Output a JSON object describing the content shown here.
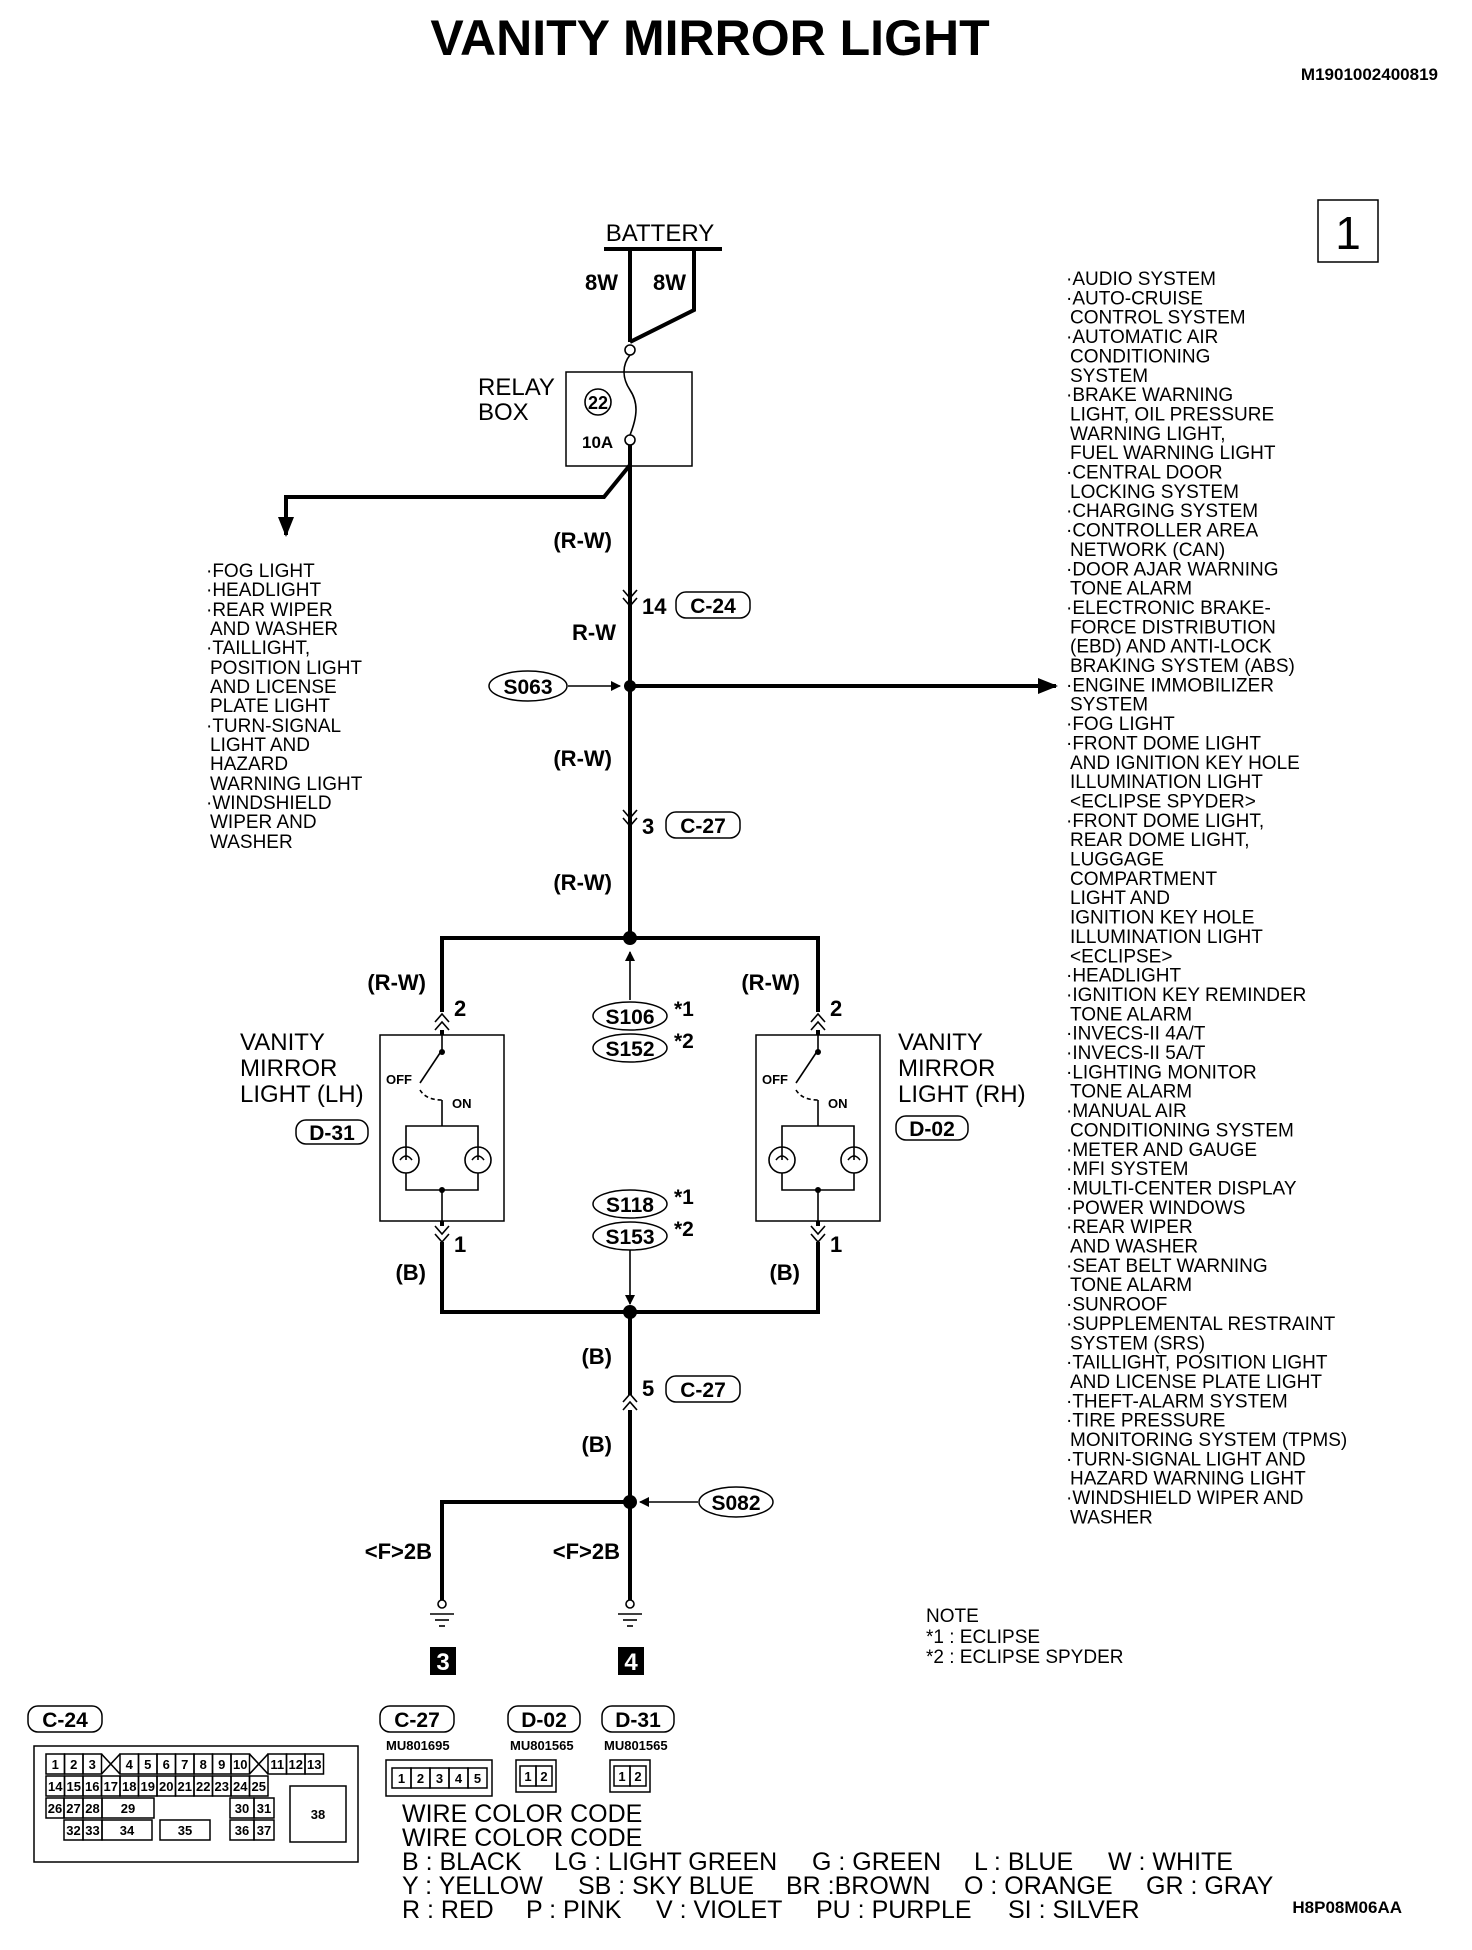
{
  "title": "VANITY MIRROR LIGHT",
  "doc_id": "M1901002400819",
  "page_marker": "1",
  "footer_code": "H8P08M06AA",
  "battery": {
    "label": "BATTERY",
    "wire_left": "8W",
    "wire_right": "8W"
  },
  "relay_box": {
    "label_line1": "RELAY",
    "label_line2": "BOX",
    "fuse_number": "22",
    "fuse_rating": "10A"
  },
  "wires": {
    "rw_paren": "(R-W)",
    "rw": "R-W",
    "b_paren": "(B)",
    "ground_2b": "<F>2B"
  },
  "pins": {
    "c24_pin": "14",
    "c27_pin_3": "3",
    "c27_pin_5": "5",
    "lamp_pin_2": "2",
    "lamp_pin_1": "1"
  },
  "connectors": {
    "c24": "C-24",
    "c27": "C-27",
    "d31": "D-31",
    "d02": "D-02"
  },
  "splices": {
    "s063": "S063",
    "s106": "S106",
    "s152": "S152",
    "s118": "S118",
    "s153": "S153",
    "s082": "S082",
    "mark1": "*1",
    "mark2": "*2"
  },
  "lamps": {
    "lh": {
      "line1": "VANITY",
      "line2": "MIRROR",
      "line3": "LIGHT (LH)"
    },
    "rh": {
      "line1": "VANITY",
      "line2": "MIRROR",
      "line3": "LIGHT (RH)"
    },
    "off": "OFF",
    "on": "ON"
  },
  "grounds": {
    "g3": "3",
    "g4": "4"
  },
  "left_list": [
    "·FOG LIGHT",
    "·HEADLIGHT",
    "·REAR WIPER",
    "AND WASHER",
    "·TAILLIGHT,",
    "POSITION LIGHT",
    "AND LICENSE",
    "PLATE LIGHT",
    "·TURN-SIGNAL",
    "LIGHT AND",
    "HAZARD",
    "WARNING LIGHT",
    "·WINDSHIELD",
    "WIPER AND",
    "WASHER"
  ],
  "right_list": [
    "·AUDIO SYSTEM",
    "·AUTO-CRUISE",
    "CONTROL SYSTEM",
    "·AUTOMATIC AIR",
    "CONDITIONING",
    "SYSTEM",
    "·BRAKE WARNING",
    "LIGHT, OIL PRESSURE",
    "WARNING LIGHT,",
    "FUEL WARNING LIGHT",
    "·CENTRAL DOOR",
    "LOCKING SYSTEM",
    "·CHARGING SYSTEM",
    "·CONTROLLER AREA",
    "NETWORK (CAN)",
    "·DOOR AJAR WARNING",
    "TONE ALARM",
    "·ELECTRONIC BRAKE-",
    "FORCE DISTRIBUTION",
    "(EBD) AND ANTI-LOCK",
    "BRAKING SYSTEM (ABS)",
    "·ENGINE IMMOBILIZER",
    "SYSTEM",
    "·FOG LIGHT",
    "·FRONT DOME LIGHT",
    "AND IGNITION KEY HOLE",
    "ILLUMINATION LIGHT",
    "<ECLIPSE SPYDER>",
    "·FRONT DOME LIGHT,",
    "REAR DOME LIGHT,",
    "LUGGAGE",
    "COMPARTMENT",
    "LIGHT AND",
    "IGNITION KEY HOLE",
    "ILLUMINATION LIGHT",
    "<ECLIPSE>",
    "·HEADLIGHT",
    "·IGNITION KEY REMINDER",
    "TONE ALARM",
    "·INVECS-II 4A/T",
    "·INVECS-II 5A/T",
    "·LIGHTING MONITOR",
    "TONE ALARM",
    "·MANUAL AIR",
    "CONDITIONING SYSTEM",
    "·METER AND GAUGE",
    "·MFI SYSTEM",
    "·MULTI-CENTER DISPLAY",
    "·POWER WINDOWS",
    "·REAR WIPER",
    "AND WASHER",
    "·SEAT BELT WARNING",
    "TONE ALARM",
    "·SUNROOF",
    "·SUPPLEMENTAL RESTRAINT",
    "SYSTEM (SRS)",
    "·TAILLIGHT, POSITION LIGHT",
    "AND LICENSE PLATE LIGHT",
    "·THEFT-ALARM SYSTEM",
    "·TIRE PRESSURE",
    "MONITORING SYSTEM (TPMS)",
    "·TURN-SIGNAL LIGHT AND",
    "HAZARD WARNING LIGHT",
    "·WINDSHIELD WIPER AND",
    "WASHER"
  ],
  "note": {
    "heading": "NOTE",
    "line1": "*1 : ECLIPSE",
    "line2": "*2 : ECLIPSE SPYDER"
  },
  "connector_views": {
    "c27_part": "MU801695",
    "d02_part": "MU801565",
    "d31_part": "MU801565",
    "c27_pins": [
      "1",
      "2",
      "3",
      "4",
      "5"
    ],
    "d_pins": [
      "1",
      "2"
    ],
    "c24_row1": [
      "1",
      "2",
      "3",
      "4",
      "5",
      "6",
      "7",
      "8",
      "9",
      "10",
      "11",
      "12",
      "13"
    ],
    "c24_row2": [
      "14",
      "15",
      "16",
      "17",
      "18",
      "19",
      "20",
      "21",
      "22",
      "23",
      "24",
      "25"
    ],
    "c24_row3": [
      "26",
      "27",
      "28",
      "29",
      "30",
      "31"
    ],
    "c24_row4": [
      "32",
      "33",
      "34",
      "35",
      "36",
      "37"
    ],
    "c24_big": "38"
  },
  "color_code": {
    "heading": "WIRE COLOR CODE",
    "heading_repeat": "WIRE COLOR CODE",
    "row1": [
      "B : BLACK",
      "LG : LIGHT GREEN",
      "G : GREEN",
      "L : BLUE",
      "W : WHITE"
    ],
    "row2": [
      "Y : YELLOW",
      "SB : SKY BLUE",
      "BR :BROWN",
      "O : ORANGE",
      "GR : GRAY"
    ],
    "row3": [
      "R : RED",
      "P : PINK",
      "V : VIOLET",
      "PU : PURPLE",
      "SI : SILVER"
    ]
  }
}
